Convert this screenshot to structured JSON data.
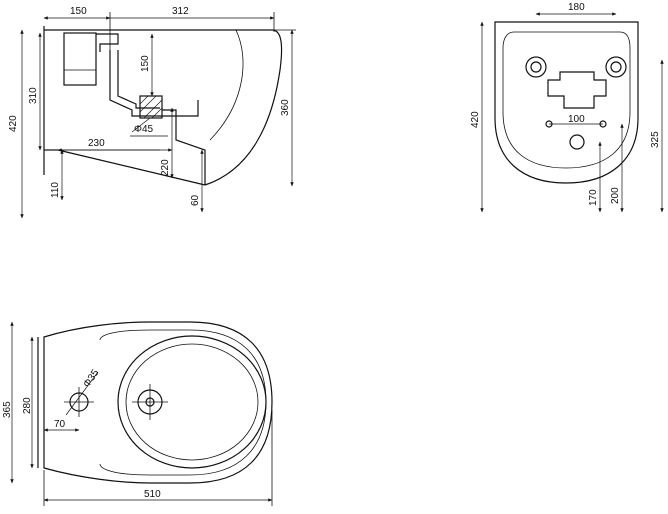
{
  "side_view": {
    "dims": {
      "top_left": "150",
      "top_right": "312",
      "height_left": "420",
      "height_inner": "310",
      "depth": "150",
      "drain": "Φ45",
      "base": "230",
      "height_right": "360",
      "mid": "220",
      "low": "110",
      "bottom": "60"
    }
  },
  "rear_view": {
    "dims": {
      "top": "180",
      "height_left": "420",
      "center": "100",
      "height_right": "325",
      "bottom_left": "170",
      "bottom_right": "200"
    }
  },
  "top_view": {
    "dims": {
      "height_outer": "365",
      "height_inner": "280",
      "hole": "Φ35",
      "offset": "70",
      "length": "510"
    }
  }
}
